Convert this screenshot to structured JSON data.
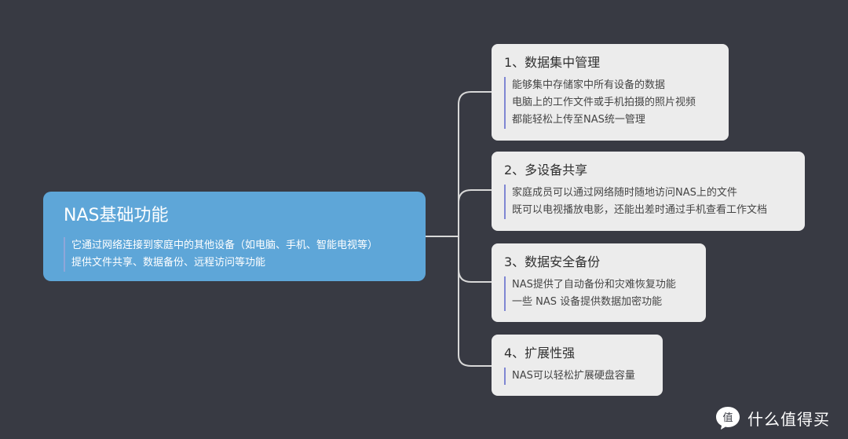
{
  "root": {
    "title": "NAS基础功能",
    "lines": [
      "它通过网络连接到家庭中的其他设备（如电脑、手机、智能电视等）",
      "提供文件共享、数据备份、远程访问等功能"
    ]
  },
  "branches": [
    {
      "title": "1、数据集中管理",
      "lines": [
        "能够集中存储家中所有设备的数据",
        "电脑上的工作文件或手机拍摄的照片视频",
        "都能轻松上传至NAS统一管理"
      ]
    },
    {
      "title": "2、多设备共享",
      "lines": [
        "家庭成员可以通过网络随时随地访问NAS上的文件",
        "既可以电视播放电影，还能出差时通过手机查看工作文档"
      ]
    },
    {
      "title": "3、数据安全备份",
      "lines": [
        "NAS提供了自动备份和灾难恢复功能",
        "一些 NAS 设备提供数据加密功能"
      ]
    },
    {
      "title": "4、扩展性强",
      "lines": [
        "NAS可以轻松扩展硬盘容量"
      ]
    }
  ],
  "watermark": {
    "text": "什么值得买",
    "icon": "zhi-logo-icon"
  },
  "colors": {
    "background": "#383a43",
    "root": "#5ea6d8",
    "card": "#ececec",
    "connector": "#d8d8d8",
    "accent": "#7f86d3"
  }
}
